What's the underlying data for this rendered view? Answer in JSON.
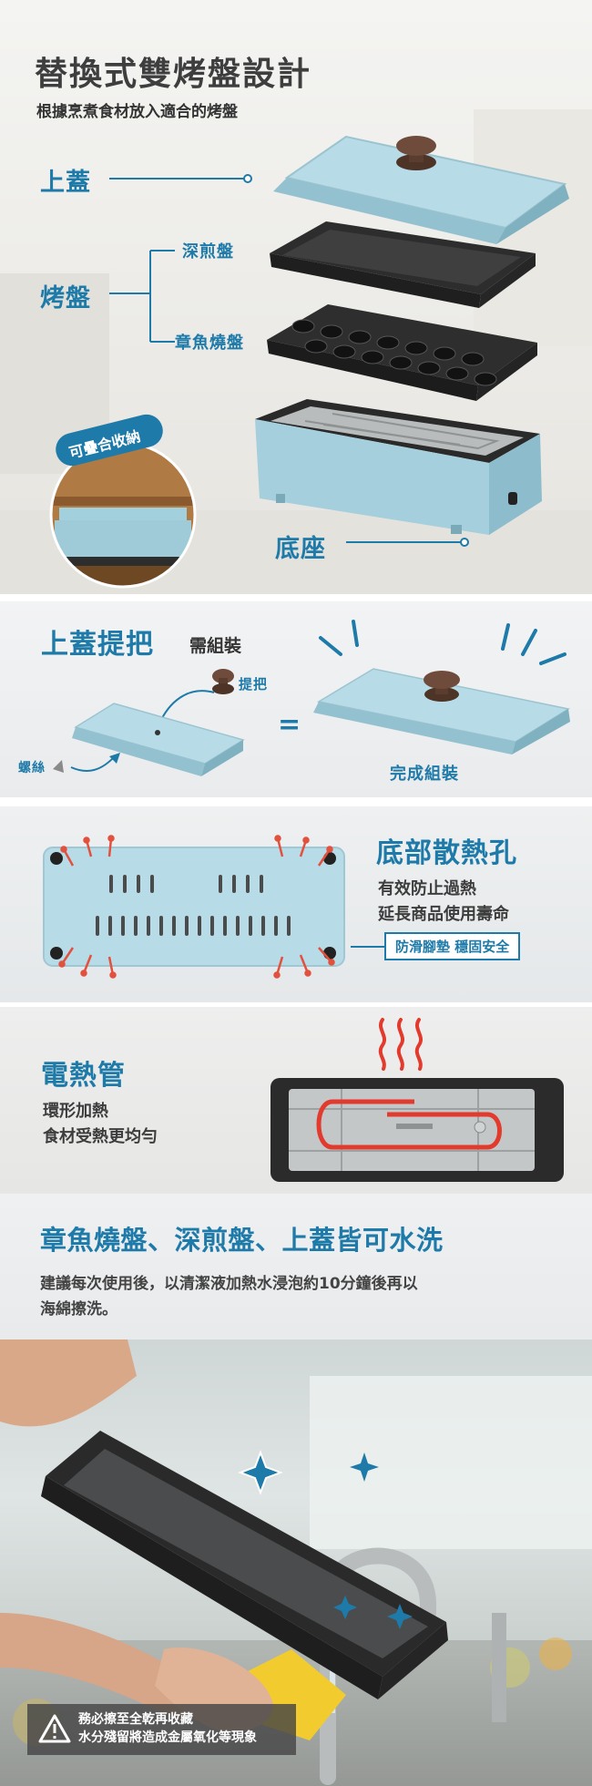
{
  "section1": {
    "title": "替換式雙烤盤設計",
    "subtitle": "根據烹煮食材放入適合的烤盤",
    "label_lid": "上蓋",
    "label_plates": "烤盤",
    "label_deep": "深煎盤",
    "label_octopus": "章魚燒盤",
    "label_base": "底座",
    "badge_stack": "可疊合收納"
  },
  "section2": {
    "title": "上蓋提把",
    "title_suffix": "需組裝",
    "label_handle": "提把",
    "label_screw": "螺絲",
    "equals": "=",
    "label_done": "完成組裝"
  },
  "section3": {
    "title": "底部散熱孔",
    "line1": "有效防止過熱",
    "line2": "延長商品使用壽命",
    "badge": "防滑腳墊 穩固安全"
  },
  "section4": {
    "title": "電熱管",
    "line1": "環形加熱",
    "line2": "食材受熱更均勻"
  },
  "section5": {
    "title": "章魚燒盤、深煎盤、上蓋皆可水洗",
    "line1": "建議每次使用後，以清潔液加熱水浸泡約10分鐘後再以",
    "line2": "海綿擦洗。"
  },
  "warning": {
    "line1": "務必擦至全乾再收藏",
    "line2": "水分殘留將造成金屬氧化等現象"
  },
  "colors": {
    "accent": "#1e7aa8",
    "appliance_blue": "#a9d2df",
    "plate_dark": "#2b2b2b",
    "knob_brown": "#6b4a3a",
    "heat_red": "#e23a2c"
  }
}
